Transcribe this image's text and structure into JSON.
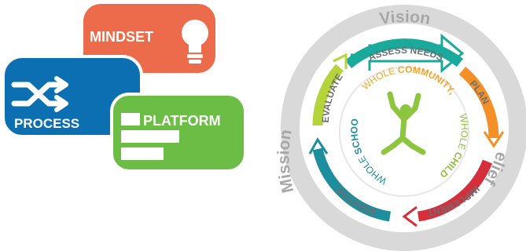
{
  "left_graphic": {
    "mindset": {
      "label": "MINDSET",
      "color": "#ec6b4a",
      "icon": "lightbulb-icon"
    },
    "process": {
      "label": "PROCESS",
      "color": "#0c6fb2",
      "icon": "shuffle-icon"
    },
    "platform": {
      "label": "PLATFORM",
      "color": "#6cbd45"
    }
  },
  "cycle": {
    "outer_labels": {
      "vision": "Vision",
      "beliefs": "Beliefs",
      "mission": "Mission"
    },
    "stages": [
      {
        "label": "ASSESS NEEDS",
        "color": "#1aaa9c"
      },
      {
        "label": "PLAN",
        "color": "#f39028"
      },
      {
        "label": "IMPLEMENT",
        "color": "#d52f3c"
      },
      {
        "label": "MONITOR",
        "color": "#1c8e9e"
      },
      {
        "label": "EVALUATE",
        "color": "#b5d33a"
      }
    ],
    "center": {
      "whole_community": {
        "prefix": "WHOLE ",
        "word": "COMMUNITY,"
      },
      "whole_child": {
        "prefix": "WHOLE ",
        "word": "CHILD"
      },
      "whole_school": {
        "prefix": "WHOLE ",
        "word": "SCHOOL"
      },
      "figure_icon": "jumping-person-icon"
    },
    "colors": {
      "outer_ring": "#d9d9d9",
      "outer_text": "#a7a7a7",
      "stage_text": "#6d6e71",
      "community": "#f5a623",
      "child": "#8cbf3f",
      "school": "#1c8e9e",
      "figure": "#8cc63f"
    }
  }
}
